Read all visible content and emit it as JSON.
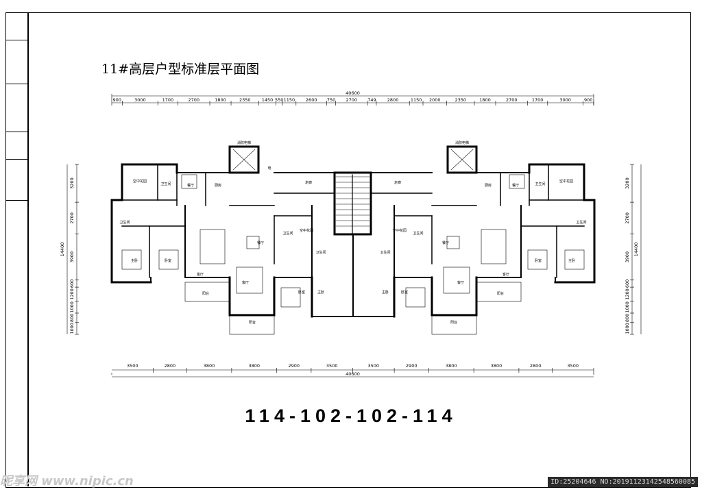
{
  "drawing": {
    "title": "11#高层户型标准层平面图",
    "unit_code": "114-102-102-114"
  },
  "dimensions": {
    "top_total": "40600",
    "top_segments": [
      "900",
      "3000",
      "1700",
      "2700",
      "1800",
      "2350",
      "1450",
      "550",
      "1150",
      "2600",
      "750",
      "2700",
      "749",
      "2800",
      "1150",
      "2000",
      "2350",
      "1800",
      "2700",
      "1700",
      "3000",
      "900"
    ],
    "bottom_total": "40600",
    "bottom_segments": [
      "3500",
      "2800",
      "3800",
      "3800",
      "2900",
      "3500",
      "3500",
      "2900",
      "3800",
      "3800",
      "2800",
      "3500"
    ],
    "left_total": "14400",
    "left_segments": [
      "3200",
      "2700",
      "3900",
      "600",
      "1200",
      "1000",
      "800",
      "1000"
    ],
    "right_total": "14400",
    "right_segments": [
      "3200",
      "2700",
      "3900",
      "600",
      "1200",
      "1000",
      "800",
      "1000"
    ]
  },
  "rooms": {
    "air_garden": "空中花园",
    "bathroom": "卫生间",
    "dining": "餐厅",
    "kitchen": "厨房",
    "corridor": "走廊",
    "elevator": "消防电梯",
    "bedroom": "卧室",
    "master_bedroom": "主卧",
    "living": "客厅",
    "balcony": "阳台",
    "stair_label": "电"
  },
  "watermark": {
    "site": "昵享网 www.nipic.cn",
    "id": "ID:25204646 NO:20191123142548560085"
  }
}
